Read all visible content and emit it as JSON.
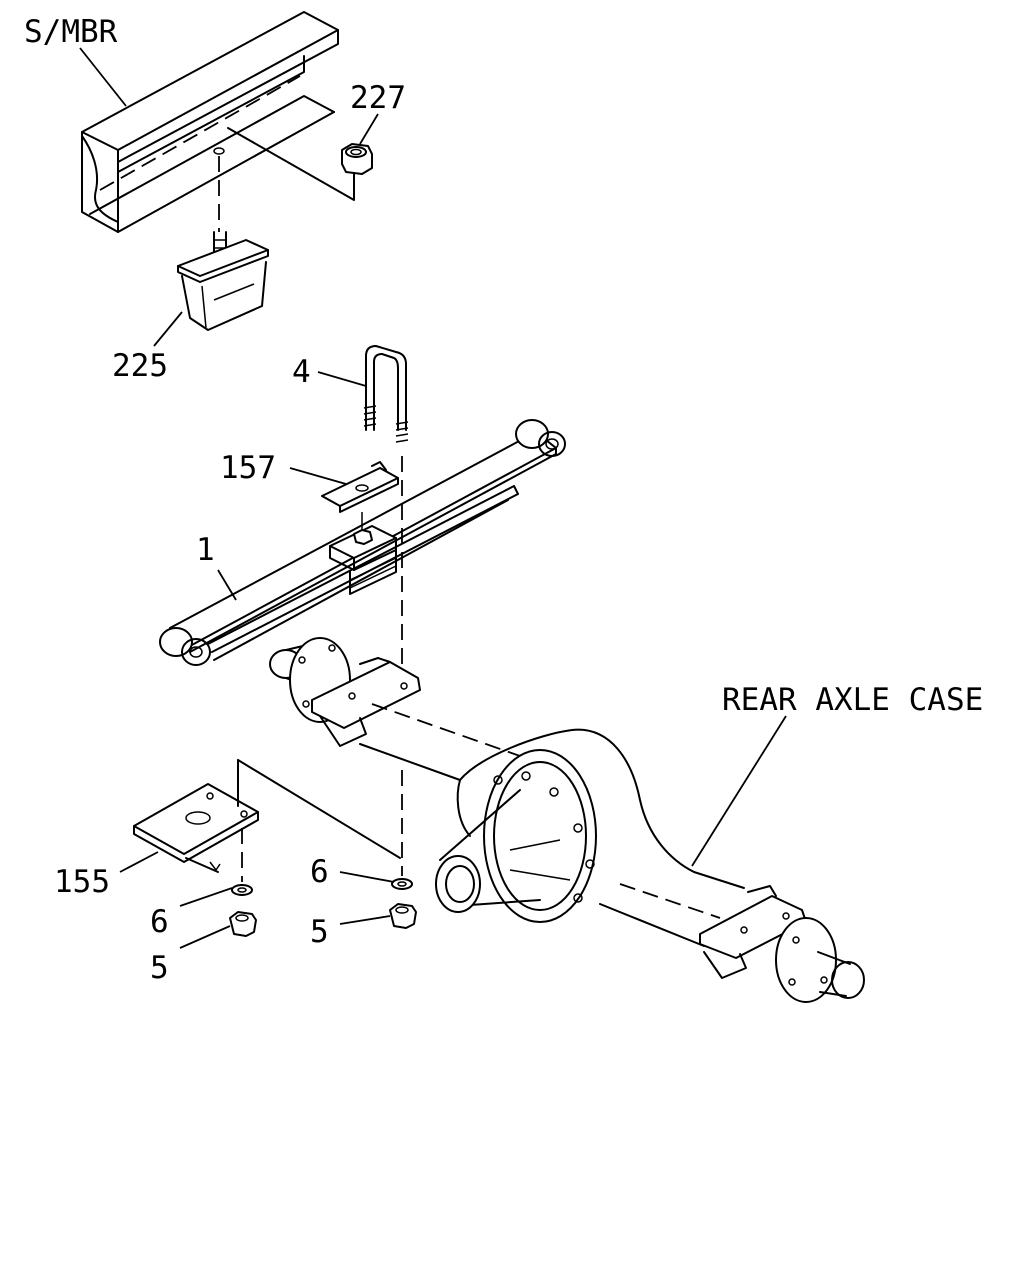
{
  "labels": {
    "side_member": "S/MBR",
    "nut_227": "227",
    "bumper_225": "225",
    "u_bolt": "4",
    "plate_157": "157",
    "leaf_spring": "1",
    "rear_axle_case": "REAR AXLE CASE",
    "plate_155": "155",
    "washer_left": "6",
    "nut_left": "5",
    "washer_right": "6",
    "nut_right": "5"
  }
}
